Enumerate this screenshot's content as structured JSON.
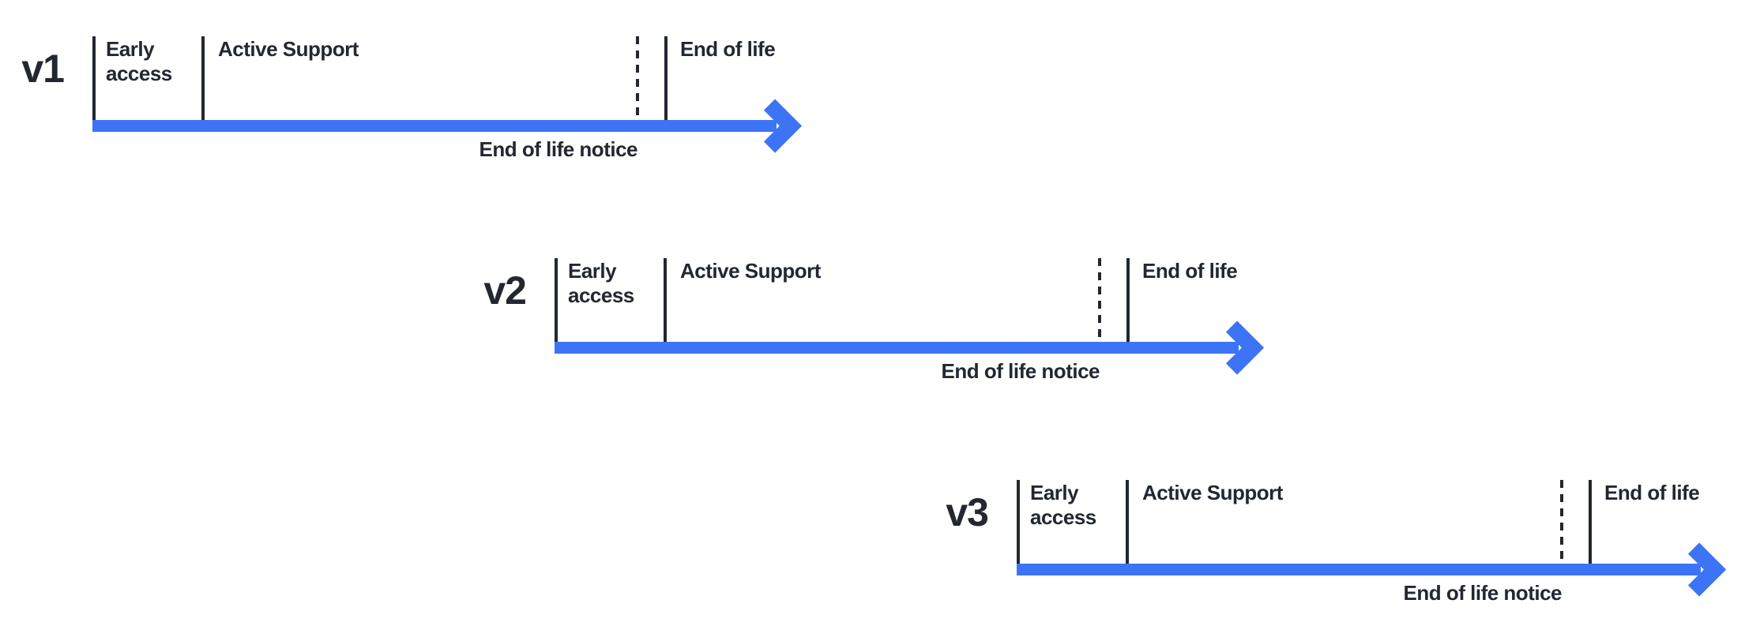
{
  "colors": {
    "arrow_blue": "#3D74F5",
    "ink": "#222730"
  },
  "diagram": {
    "type": "release-lifecycle-timelines",
    "phase_labels": {
      "early_access": "Early access",
      "active_support": "Active Support",
      "end_of_life": "End of life",
      "end_of_life_notice": "End of life notice"
    },
    "timelines": [
      {
        "label": "v1"
      },
      {
        "label": "v2"
      },
      {
        "label": "v3"
      }
    ]
  }
}
